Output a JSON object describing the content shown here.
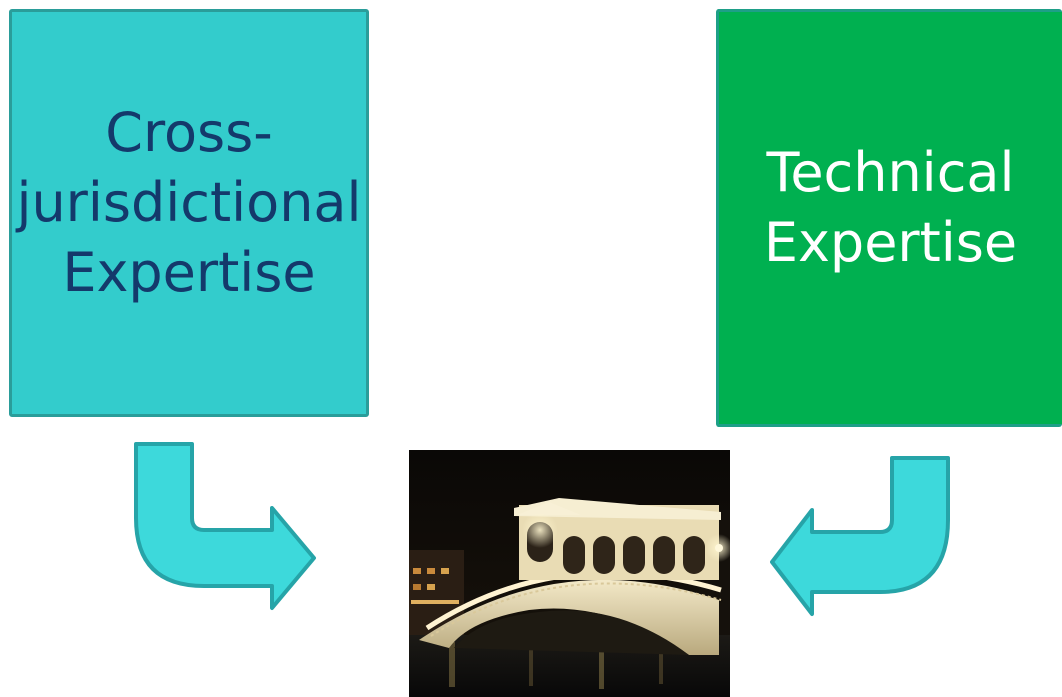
{
  "diagram": {
    "left_box": {
      "label": "Cross-\njurisdictional\nExpertise",
      "fill_color": "#33cccc",
      "border_color": "#2a9d9a",
      "text_color": "#14396b"
    },
    "right_box": {
      "label": "Technical\nExpertise",
      "fill_color": "#00b050",
      "border_color": "#1e9f88",
      "text_color": "#ffffff"
    },
    "arrows": {
      "fill_color": "#3dd9db",
      "stroke_color": "#26a4a8",
      "left_icon": "bent-arrow-right-icon",
      "right_icon": "bent-arrow-left-icon"
    },
    "photo": {
      "subject": "illuminated-arched-bridge-at-night"
    }
  }
}
